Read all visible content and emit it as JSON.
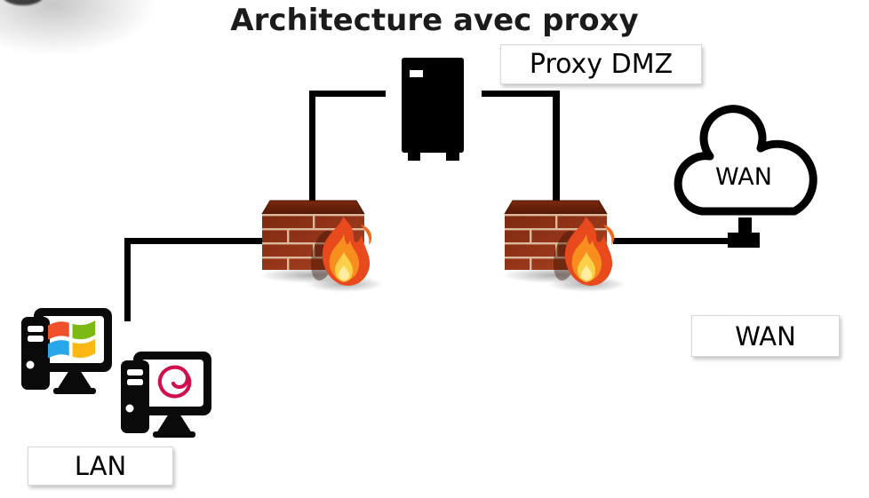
{
  "title": "Architecture avec proxy",
  "labels": {
    "proxy_dmz": "Proxy DMZ",
    "wan_cloud": "WAN",
    "wan_box": "WAN",
    "lan_box": "LAN"
  },
  "icons": {
    "proxy_server": "server-tower-icon",
    "firewall_left": "firewall-brick-flame-icon",
    "firewall_right": "firewall-brick-flame-icon",
    "wan_cloud": "cloud-icon",
    "wan_plug": "network-plug-icon",
    "lan_pc_1": "windows-desktop-icon",
    "lan_pc_2": "debian-desktop-icon"
  },
  "connections": [
    "lan-computers to firewall-left",
    "firewall-left to proxy-server",
    "proxy-server to firewall-right",
    "firewall-right to wan-cloud"
  ],
  "colors": {
    "line": "#000000",
    "brick": "#96351a",
    "brick_cap": "#5d1e08",
    "mortar": "#dcb99b",
    "flame_outer": "#e8491d",
    "flame_mid": "#f78e1e",
    "flame_inner": "#fdd04a",
    "flame_core": "#ffeea1",
    "windows_red": "#f0512b",
    "windows_green": "#7db915",
    "windows_blue": "#28a8ea",
    "windows_yellow": "#fdb813",
    "debian_magenta": "#d0104c",
    "label_border": "#d6d6d6",
    "text": "#1b1b1b"
  }
}
